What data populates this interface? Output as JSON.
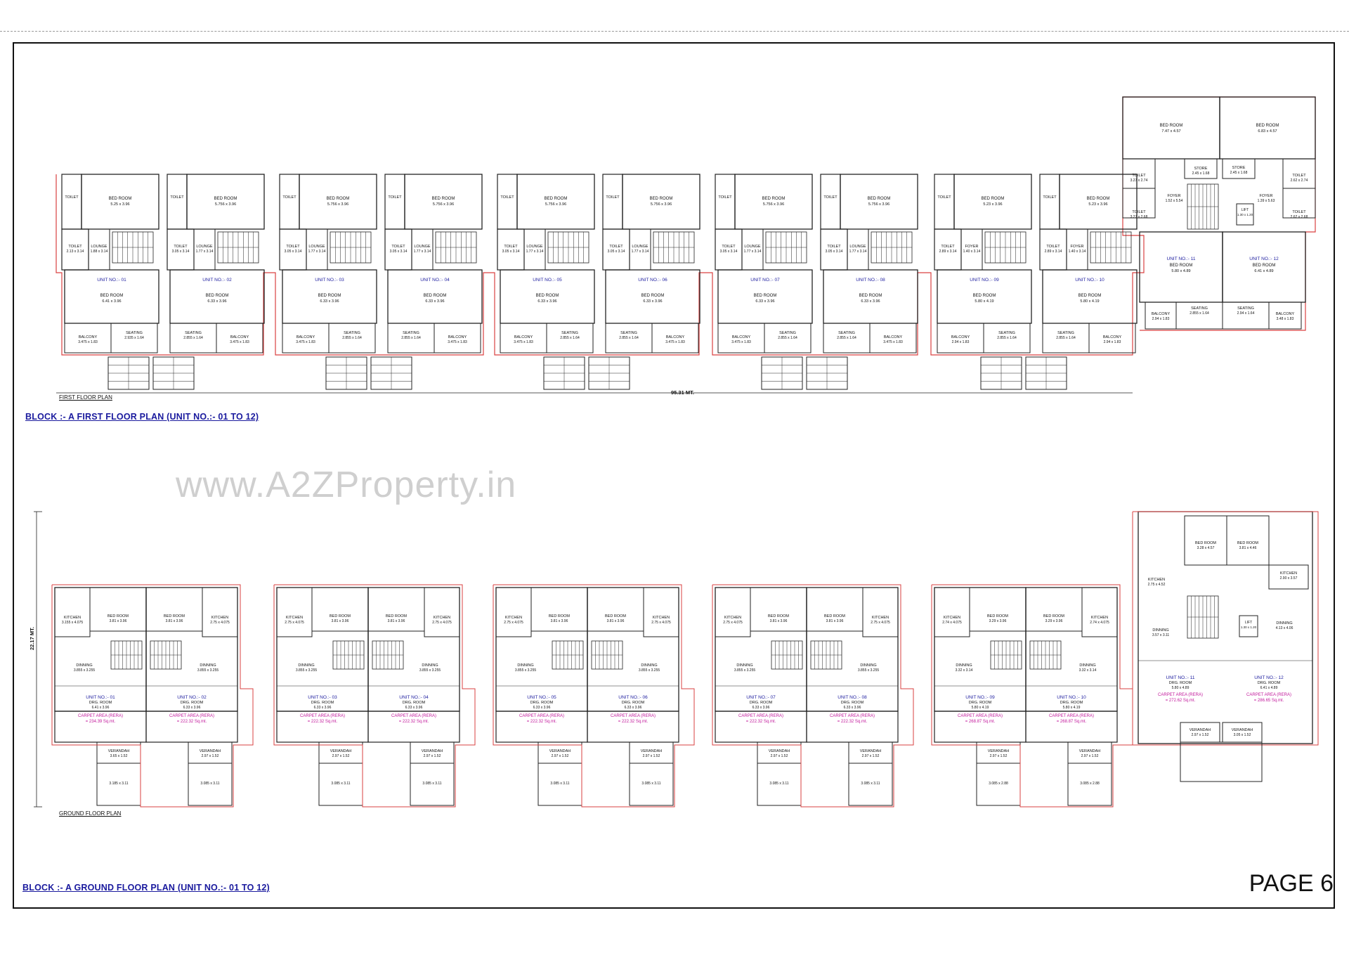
{
  "page": {
    "page_number": "PAGE 6",
    "watermark": "www.A2ZProperty.in"
  },
  "first_floor": {
    "title": "BLOCK :- A  FIRST FLOOR PLAN (UNIT NO.:- 01 TO 12)",
    "plan_label": "FIRST FLOOR PLAN",
    "overall_dimension": "95.31 MT.",
    "units": [
      {
        "unit": "UNIT NO.:- 01",
        "top_room": "BED ROOM",
        "top_dim": "5.25 x 3.96",
        "lounge": "LOUNGE",
        "lounge_dim": "1.88 x 3.14",
        "toilet": "TOILET",
        "toilet_dim": "2.13 x 3.14",
        "bed": "BED ROOM",
        "bed_dim": "6.41 x 3.96",
        "balcony": "BALCONY",
        "balcony_dim": "3.475 x 1.83",
        "seating": "SEATING",
        "seating_dim": "2.935 x 1.64"
      },
      {
        "unit": "UNIT NO.:- 02",
        "top_room": "BED ROOM",
        "top_dim": "5.756 x 3.96",
        "lounge": "LOUNGE",
        "lounge_dim": "1.77 x 3.14",
        "toilet": "TOILET",
        "toilet_dim": "3.05 x 3.14",
        "bed": "BED ROOM",
        "bed_dim": "6.33 x 3.96",
        "balcony": "BALCONY",
        "balcony_dim": "3.475 x 1.83",
        "seating": "SEATING",
        "seating_dim": "2.855 x 1.64"
      },
      {
        "unit": "UNIT NO.:- 03",
        "top_room": "BED ROOM",
        "top_dim": "5.756 x 3.96",
        "lounge": "LOUNGE",
        "lounge_dim": "1.77 x 3.14",
        "toilet": "TOILET",
        "toilet_dim": "3.05 x 3.14",
        "bed": "BED ROOM",
        "bed_dim": "6.33 x 3.96",
        "balcony": "BALCONY",
        "balcony_dim": "3.475 x 1.83",
        "seating": "SEATING",
        "seating_dim": "2.855 x 1.64"
      },
      {
        "unit": "UNIT NO.:- 04",
        "top_room": "BED ROOM",
        "top_dim": "5.756 x 3.96",
        "lounge": "LOUNGE",
        "lounge_dim": "1.77 x 3.14",
        "toilet": "TOILET",
        "toilet_dim": "3.05 x 3.14",
        "bed": "BED ROOM",
        "bed_dim": "6.33 x 3.96",
        "balcony": "BALCONY",
        "balcony_dim": "3.475 x 1.83",
        "seating": "SEATING",
        "seating_dim": "2.855 x 1.64"
      },
      {
        "unit": "UNIT NO.:- 05",
        "top_room": "BED ROOM",
        "top_dim": "5.756 x 3.96",
        "lounge": "LOUNGE",
        "lounge_dim": "1.77 x 3.14",
        "toilet": "TOILET",
        "toilet_dim": "3.05 x 3.14",
        "bed": "BED ROOM",
        "bed_dim": "6.33 x 3.96",
        "balcony": "BALCONY",
        "balcony_dim": "3.475 x 1.83",
        "seating": "SEATING",
        "seating_dim": "2.855 x 1.64"
      },
      {
        "unit": "UNIT NO.:- 06",
        "top_room": "BED ROOM",
        "top_dim": "5.756 x 3.96",
        "lounge": "LOUNGE",
        "lounge_dim": "1.77 x 3.14",
        "toilet": "TOILET",
        "toilet_dim": "3.05 x 3.14",
        "bed": "BED ROOM",
        "bed_dim": "6.33 x 3.96",
        "balcony": "BALCONY",
        "balcony_dim": "3.475 x 1.83",
        "seating": "SEATING",
        "seating_dim": "2.855 x 1.64"
      },
      {
        "unit": "UNIT NO.:- 07",
        "top_room": "BED ROOM",
        "top_dim": "5.756 x 3.96",
        "lounge": "LOUNGE",
        "lounge_dim": "1.77 x 3.14",
        "toilet": "TOILET",
        "toilet_dim": "3.05 x 3.14",
        "bed": "BED ROOM",
        "bed_dim": "6.33 x 3.96",
        "balcony": "BALCONY",
        "balcony_dim": "3.475 x 1.83",
        "seating": "SEATING",
        "seating_dim": "2.855 x 1.64"
      },
      {
        "unit": "UNIT NO.:- 08",
        "top_room": "BED ROOM",
        "top_dim": "5.756 x 3.96",
        "lounge": "LOUNGE",
        "lounge_dim": "1.77 x 3.14",
        "toilet": "TOILET",
        "toilet_dim": "3.05 x 3.14",
        "bed": "BED ROOM",
        "bed_dim": "6.33 x 3.96",
        "balcony": "BALCONY",
        "balcony_dim": "3.475 x 1.83",
        "seating": "SEATING",
        "seating_dim": "2.855 x 1.64"
      },
      {
        "unit": "UNIT NO.:- 09",
        "top_room": "BED ROOM",
        "top_dim": "5.23 x 3.96",
        "lounge": "FOYER",
        "lounge_dim": "1.40 x 3.14",
        "toilet": "TOILET",
        "toilet_dim": "2.89 x 3.14",
        "bed": "BED ROOM",
        "bed_dim": "5.80 x 4.19",
        "balcony": "BALCONY",
        "balcony_dim": "2.94 x 1.83",
        "seating": "SEATING",
        "seating_dim": "2.855 x 1.64"
      },
      {
        "unit": "UNIT NO.:- 10",
        "top_room": "BED ROOM",
        "top_dim": "5.23 x 3.96",
        "lounge": "FOYER",
        "lounge_dim": "1.40 x 3.14",
        "toilet": "TOILET",
        "toilet_dim": "2.89 x 3.14",
        "bed": "BED ROOM",
        "bed_dim": "5.80 x 4.19",
        "balcony": "BALCONY",
        "balcony_dim": "2.94 x 1.83",
        "seating": "SEATING",
        "seating_dim": "2.855 x 1.64"
      }
    ],
    "corner": {
      "unit_11": "UNIT NO.:- 11",
      "unit_12": "UNIT NO.:- 12",
      "bed_top_left": "BED ROOM",
      "bed_top_left_dim": "7.47 x 4.57",
      "bed_top_right": "BED ROOM",
      "bed_top_right_dim": "6.83 x 4.57",
      "toilet_a": "TOILET",
      "toilet_a_dim": "3.27 x 2.74",
      "toilet_b": "TOILET",
      "toilet_b_dim": "3.27 x 2.68",
      "toilet_c": "TOILET",
      "toilet_c_dim": "2.62 x 2.74",
      "toilet_d": "TOILET",
      "toilet_d_dim": "2.62 x 2.68",
      "store_a": "STORE",
      "store_a_dim": "2.45 x 1.68",
      "store_b": "STORE",
      "store_b_dim": "2.45 x 1.68",
      "foyer_a": "FOYER",
      "foyer_a_dim": "1.52 x 5.54",
      "foyer_b": "FOYER",
      "foyer_b_dim": "1.39 x 5.63",
      "lift": "LIFT",
      "lift_dim": "1.30 x 1.20",
      "bed_11": "BED ROOM",
      "bed_11_dim": "5.80 x 4.89",
      "bed_12": "BED ROOM",
      "bed_12_dim": "6.41 x 4.89",
      "balcony_11": "BALCONY",
      "balcony_11_dim": "2.94 x 1.83",
      "seating_11": "SEATING",
      "seating_11_dim": "2.855 x 1.64",
      "seating_12": "SEATING",
      "seating_12_dim": "2.94 x 1.64",
      "balcony_12": "BALCONY",
      "balcony_12_dim": "3.48 x 1.83"
    }
  },
  "ground_floor": {
    "title": "BLOCK :- A GROUND FLOOR PLAN  (UNIT NO.:- 01 TO 12)",
    "plan_label": "GROUND FLOOR PLAN",
    "vertical_dimension": "22.17 MT.",
    "units": [
      {
        "unit": "UNIT NO.:- 01",
        "kitchen": "KITCHEN",
        "kitchen_dim": "3.155 x 4.075",
        "bed": "BED ROOM",
        "bed_dim": "3.81 x 3.96",
        "dining": "DINNING",
        "dining_dim": "3.855 x 3.255",
        "drg": "DRG. ROOM",
        "drg_dim": "6.41 x 3.96",
        "carpet": "CARPET AREA (RERA)",
        "carpet_val": "= 234.39 Sq.mt.",
        "verandah": "VERANDAH",
        "verandah_dim": "3.65 x 1.52",
        "parking_dim": "3.185 x 3.11"
      },
      {
        "unit": "UNIT NO.:- 02",
        "kitchen": "KITCHEN",
        "kitchen_dim": "2.75 x 4.075",
        "bed": "BED ROOM",
        "bed_dim": "3.81 x 3.96",
        "dining": "DINNING",
        "dining_dim": "3.855 x 3.255",
        "drg": "DRG. ROOM",
        "drg_dim": "6.33 x 3.96",
        "carpet": "CARPET AREA (RERA)",
        "carpet_val": "= 222.32 Sq.mt.",
        "verandah": "VERANDAH",
        "verandah_dim": "2.97 x 1.52",
        "parking_dim": "3.085 x 3.11"
      },
      {
        "unit": "UNIT NO.:- 03",
        "kitchen": "KITCHEN",
        "kitchen_dim": "2.75 x 4.075",
        "bed": "BED ROOM",
        "bed_dim": "3.81 x 3.96",
        "dining": "DINNING",
        "dining_dim": "3.855 x 3.255",
        "drg": "DRG. ROOM",
        "drg_dim": "6.33 x 3.96",
        "carpet": "CARPET AREA (RERA)",
        "carpet_val": "= 222.32 Sq.mt.",
        "verandah": "VERANDAH",
        "verandah_dim": "2.97 x 1.52",
        "parking_dim": "3.085 x 3.11"
      },
      {
        "unit": "UNIT NO.:- 04",
        "kitchen": "KITCHEN",
        "kitchen_dim": "2.75 x 4.075",
        "bed": "BED ROOM",
        "bed_dim": "3.81 x 3.96",
        "dining": "DINNING",
        "dining_dim": "3.855 x 3.255",
        "drg": "DRG. ROOM",
        "drg_dim": "6.33 x 3.96",
        "carpet": "CARPET AREA (RERA)",
        "carpet_val": "= 222.32 Sq.mt.",
        "verandah": "VERANDAH",
        "verandah_dim": "2.97 x 1.52",
        "parking_dim": "3.085 x 3.11"
      },
      {
        "unit": "UNIT NO.:- 05",
        "kitchen": "KITCHEN",
        "kitchen_dim": "2.75 x 4.075",
        "bed": "BED ROOM",
        "bed_dim": "3.81 x 3.96",
        "dining": "DINNING",
        "dining_dim": "3.855 x 3.255",
        "drg": "DRG. ROOM",
        "drg_dim": "6.33 x 3.96",
        "carpet": "CARPET AREA (RERA)",
        "carpet_val": "= 222.32 Sq.mt.",
        "verandah": "VERANDAH",
        "verandah_dim": "2.97 x 1.52",
        "parking_dim": "3.085 x 3.11"
      },
      {
        "unit": "UNIT NO.:- 06",
        "kitchen": "KITCHEN",
        "kitchen_dim": "2.75 x 4.075",
        "bed": "BED ROOM",
        "bed_dim": "3.81 x 3.96",
        "dining": "DINNING",
        "dining_dim": "3.855 x 3.255",
        "drg": "DRG. ROOM",
        "drg_dim": "6.33 x 3.96",
        "carpet": "CARPET AREA (RERA)",
        "carpet_val": "= 222.32 Sq.mt.",
        "verandah": "VERANDAH",
        "verandah_dim": "2.97 x 1.52",
        "parking_dim": "3.085 x 3.11"
      },
      {
        "unit": "UNIT NO.:- 07",
        "kitchen": "KITCHEN",
        "kitchen_dim": "2.75 x 4.075",
        "bed": "BED ROOM",
        "bed_dim": "3.81 x 3.96",
        "dining": "DINNING",
        "dining_dim": "3.855 x 3.255",
        "drg": "DRG. ROOM",
        "drg_dim": "6.33 x 3.96",
        "carpet": "CARPET AREA (RERA)",
        "carpet_val": "= 222.32 Sq.mt.",
        "verandah": "VERANDAH",
        "verandah_dim": "2.97 x 1.52",
        "parking_dim": "3.085 x 3.11"
      },
      {
        "unit": "UNIT NO.:- 08",
        "kitchen": "KITCHEN",
        "kitchen_dim": "2.75 x 4.075",
        "bed": "BED ROOM",
        "bed_dim": "3.81 x 3.96",
        "dining": "DINNING",
        "dining_dim": "3.855 x 3.255",
        "drg": "DRG. ROOM",
        "drg_dim": "6.33 x 3.96",
        "carpet": "CARPET AREA (RERA)",
        "carpet_val": "= 222.32 Sq.mt.",
        "verandah": "VERANDAH",
        "verandah_dim": "2.97 x 1.52",
        "parking_dim": "3.085 x 3.11"
      },
      {
        "unit": "UNIT NO.:- 09",
        "kitchen": "KITCHEN",
        "kitchen_dim": "2.74 x 4.075",
        "bed": "BED ROOM",
        "bed_dim": "3.29 x 3.96",
        "dining": "DINNING",
        "dining_dim": "3.32 x 3.14",
        "drg": "DRG. ROOM",
        "drg_dim": "5.80 x 4.19",
        "carpet": "CARPET AREA (RERA)",
        "carpet_val": "= 268.87 Sq.mt.",
        "verandah": "VERANDAH",
        "verandah_dim": "2.97 x 1.52",
        "parking_dim": "3.085 x 2.88"
      },
      {
        "unit": "UNIT NO.:- 10",
        "kitchen": "KITCHEN",
        "kitchen_dim": "2.74 x 4.075",
        "bed": "BED ROOM",
        "bed_dim": "3.29 x 3.96",
        "dining": "DINNING",
        "dining_dim": "3.32 x 3.14",
        "drg": "DRG. ROOM",
        "drg_dim": "5.80 x 4.19",
        "carpet": "CARPET AREA (RERA)",
        "carpet_val": "= 268.87 Sq.mt.",
        "verandah": "VERANDAH",
        "verandah_dim": "2.97 x 1.52",
        "parking_dim": "3.085 x 2.88"
      }
    ],
    "corner": {
      "unit_11": "UNIT NO.:- 11",
      "unit_12": "UNIT NO.:- 12",
      "bed_a": "BED ROOM",
      "bed_a_dim": "3.28 x 4.57",
      "bed_b": "BED ROOM",
      "bed_b_dim": "3.81 x 4.46",
      "kitchen_a": "KITCHEN",
      "kitchen_a_dim": "2.75 x 4.52",
      "kitchen_b": "KITCHEN",
      "kitchen_b_dim": "2.90 x 3.57",
      "dining_a": "DINNING",
      "dining_a_dim": "3.57 x 3.11",
      "dining_b": "DINNING",
      "dining_b_dim": "4.13 x 4.06",
      "drg_11": "DRG. ROOM",
      "drg_11_dim": "5.80 x 4.89",
      "drg_12": "DRG. ROOM",
      "drg_12_dim": "6.41 x 4.89",
      "carpet_11": "CARPET AREA (RERA)",
      "carpet_11_val": "= 272.62 Sq.mt.",
      "carpet_12": "CARPET AREA (RERA)",
      "carpet_12_val": "= 286.65 Sq.mt.",
      "verandah_11": "VERANDAH",
      "verandah_11_dim": "2.97 x 1.52",
      "verandah_12": "VERANDAH",
      "verandah_12_dim": "3.05 x 1.52",
      "lift": "LIFT",
      "lift_dim": "1.30 x 1.20"
    }
  },
  "colors": {
    "wall": "#222222",
    "outline": "#d94141",
    "unit_label": "#1a1a9e",
    "carpet": "#c2189b",
    "title": "#1a1a9e"
  }
}
